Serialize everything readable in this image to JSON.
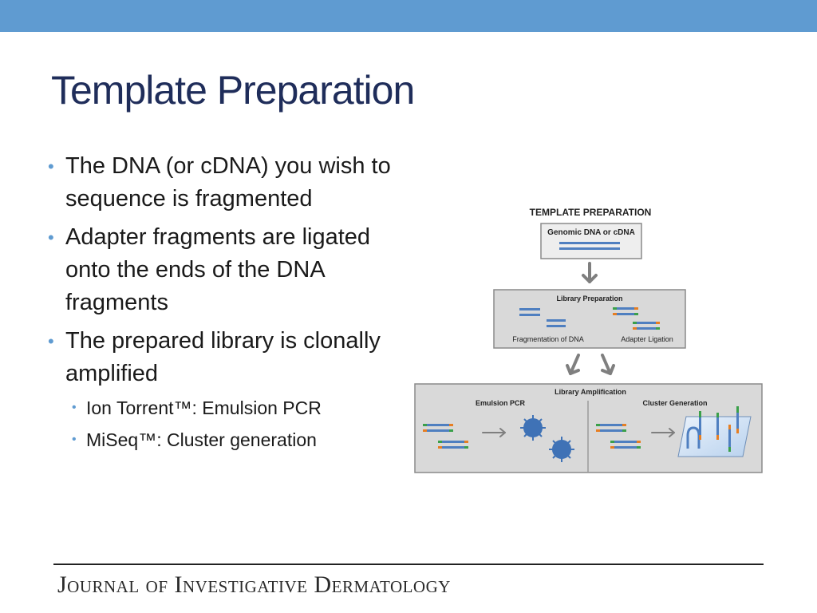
{
  "slide": {
    "title": "Template Preparation",
    "bullets": [
      {
        "text": "The DNA (or cDNA) you wish to sequence is fragmented"
      },
      {
        "text": "Adapter fragments are ligated onto the ends of the DNA fragments"
      },
      {
        "text": "The prepared library is clonally amplified"
      }
    ],
    "sub_bullets": [
      {
        "text": "Ion Torrent™: Emulsion PCR"
      },
      {
        "text": "MiSeq™: Cluster generation"
      }
    ]
  },
  "diagram": {
    "header": "TEMPLATE PREPARATION",
    "genomic_label": "Genomic DNA or cDNA",
    "library_prep_label": "Library Preparation",
    "fragmentation_label": "Fragmentation of DNA",
    "adapter_label": "Adapter Ligation",
    "amplification_label": "Library Amplification",
    "emulsion_label": "Emulsion PCR",
    "cluster_label": "Cluster Generation"
  },
  "footer": {
    "logo_text": "Journal of Investigative Dermatology"
  },
  "colors": {
    "accent_band": "#5f9bd1",
    "title": "#1f2d5a",
    "dna_blue": "#4f7fc0",
    "adapter_orange": "#e67e22",
    "adapter_green": "#3aa04a"
  }
}
